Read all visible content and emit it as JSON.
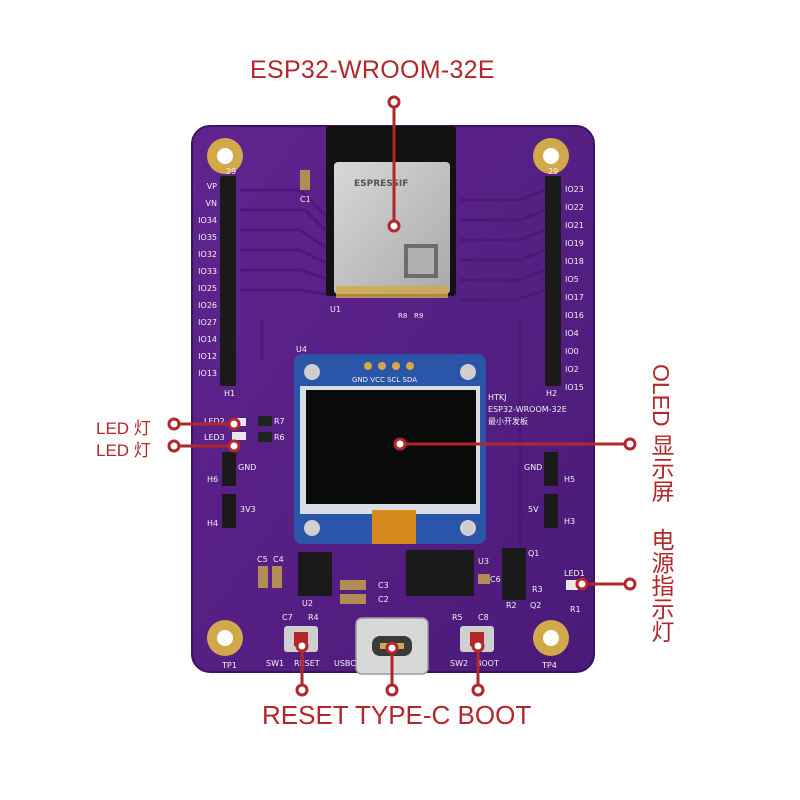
{
  "callouts": {
    "module": "ESP32-WROOM-32E",
    "led_upper": "LED 灯",
    "led_lower": "LED 灯",
    "oled": "OLED 显示屏",
    "power_indicator": "电源指示灯",
    "bottom_row": "RESET TYPE-C BOOT"
  },
  "silkscreen": {
    "left_header_pins": [
      "VP",
      "VN",
      "IO34",
      "IO35",
      "IO32",
      "IO33",
      "IO25",
      "IO26",
      "IO27",
      "IO14",
      "IO12",
      "IO13"
    ],
    "right_header_pins": [
      "IO23",
      "IO22",
      "IO21",
      "IO19",
      "IO18",
      "IO5",
      "IO17",
      "IO16",
      "IO4",
      "IO0",
      "IO2",
      "IO15"
    ],
    "left_header_id": "H1",
    "right_header_id": "H2",
    "header_top_mark": "29",
    "module_ref": "U1",
    "module_brand": "ESPRESSIF",
    "oled_ref": "U4",
    "oled_pins": "GND VCC SCL SDA",
    "board_title_lines": [
      "HTKJ",
      "ESP32-WROOM-32E",
      "最小开发板"
    ],
    "led2": "LED2",
    "led3": "LED3",
    "led1": "LED1",
    "r7": "R7",
    "r6": "R6",
    "h6_gnd": "GND",
    "h6": "H6",
    "h4_3v3": "3V3",
    "h4": "H4",
    "h5_gnd": "GND",
    "h5": "H5",
    "h3_5v": "5V",
    "h3": "H3",
    "c1": "C1",
    "r8": "R8",
    "r9": "R9",
    "c5": "C5",
    "c4": "C4",
    "u2": "U2",
    "c3": "C3",
    "c2": "C2",
    "u3": "U3",
    "c6": "C6",
    "q1": "Q1",
    "q2": "Q2",
    "r3": "R3",
    "r2": "R2",
    "r1": "R1",
    "c7": "C7",
    "r4": "R4",
    "r5": "R5",
    "c8": "C8",
    "sw1": "SW1",
    "reset": "RESET",
    "usbc1": "USBC1",
    "sw2": "SW2",
    "boot": "BOOT",
    "tp1": "TP1",
    "tp4": "TP4"
  },
  "colors": {
    "pcb": "#5a1e8c",
    "pcb_edge": "#3d1160",
    "silkscreen": "#f2f2f2",
    "gold": "#d2a94a",
    "callout": "#b3262a",
    "oled_board": "#2b55a8",
    "oled_screen": "#0a0a0a",
    "module_shield": "#c6c6c6",
    "header": "#1a1a1a"
  },
  "icons": [
    "mounting-hole-icon",
    "pin-header-icon",
    "esp32-module-icon",
    "oled-display-icon",
    "usb-c-connector-icon",
    "tactile-button-icon",
    "callout-dot-icon"
  ]
}
